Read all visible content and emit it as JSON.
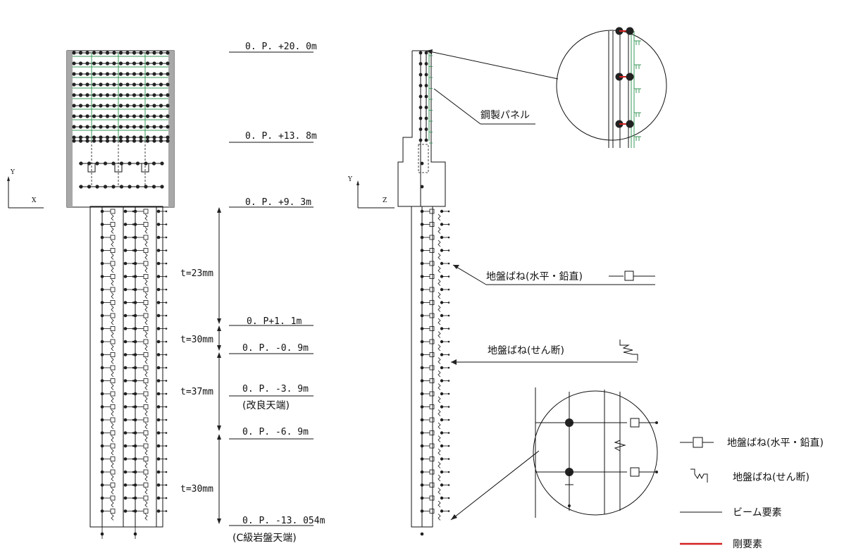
{
  "levels": [
    {
      "id": "op20",
      "text": "0. P. +20. 0m"
    },
    {
      "id": "op138",
      "text": "0. P. +13. 8m"
    },
    {
      "id": "op93",
      "text": "0. P. +9. 3m"
    },
    {
      "id": "op11",
      "text": "0. P+1. 1m"
    },
    {
      "id": "opm09",
      "text": "0. P. -0. 9m"
    },
    {
      "id": "opm39",
      "text": "0. P. -3. 9m"
    },
    {
      "id": "opm39_note",
      "text": "(改良天端)"
    },
    {
      "id": "opm69",
      "text": "0. P. -6. 9m"
    },
    {
      "id": "opm13",
      "text": "0. P. -13. 054m"
    },
    {
      "id": "opm13_note",
      "text": "(C級岩盤天端)"
    }
  ],
  "thickness": [
    "t=23mm",
    "t=30mm",
    "t=37mm",
    "t=30mm"
  ],
  "axes": {
    "left": {
      "vertical": "Y",
      "horizontal": "X"
    },
    "right": {
      "vertical": "Y",
      "horizontal": "Z"
    }
  },
  "callouts": {
    "steel_panel": "鋼製パネル",
    "spring_hv": "地盤ばね(水平・鉛直)",
    "spring_shear": "地盤ばね(せん断)"
  },
  "legend": [
    {
      "id": "spring_hv",
      "label": "地盤ばね(水平・鉛直)"
    },
    {
      "id": "spring_shear",
      "label": "地盤ばね(せん断)"
    },
    {
      "id": "beam",
      "label": "ビーム要素"
    },
    {
      "id": "rigid",
      "label": "剛要素",
      "color": "#d42020"
    }
  ],
  "colors": {
    "panel": "#3a9a5a",
    "rigid": "#d42020",
    "wall": "#a8a8a8"
  }
}
